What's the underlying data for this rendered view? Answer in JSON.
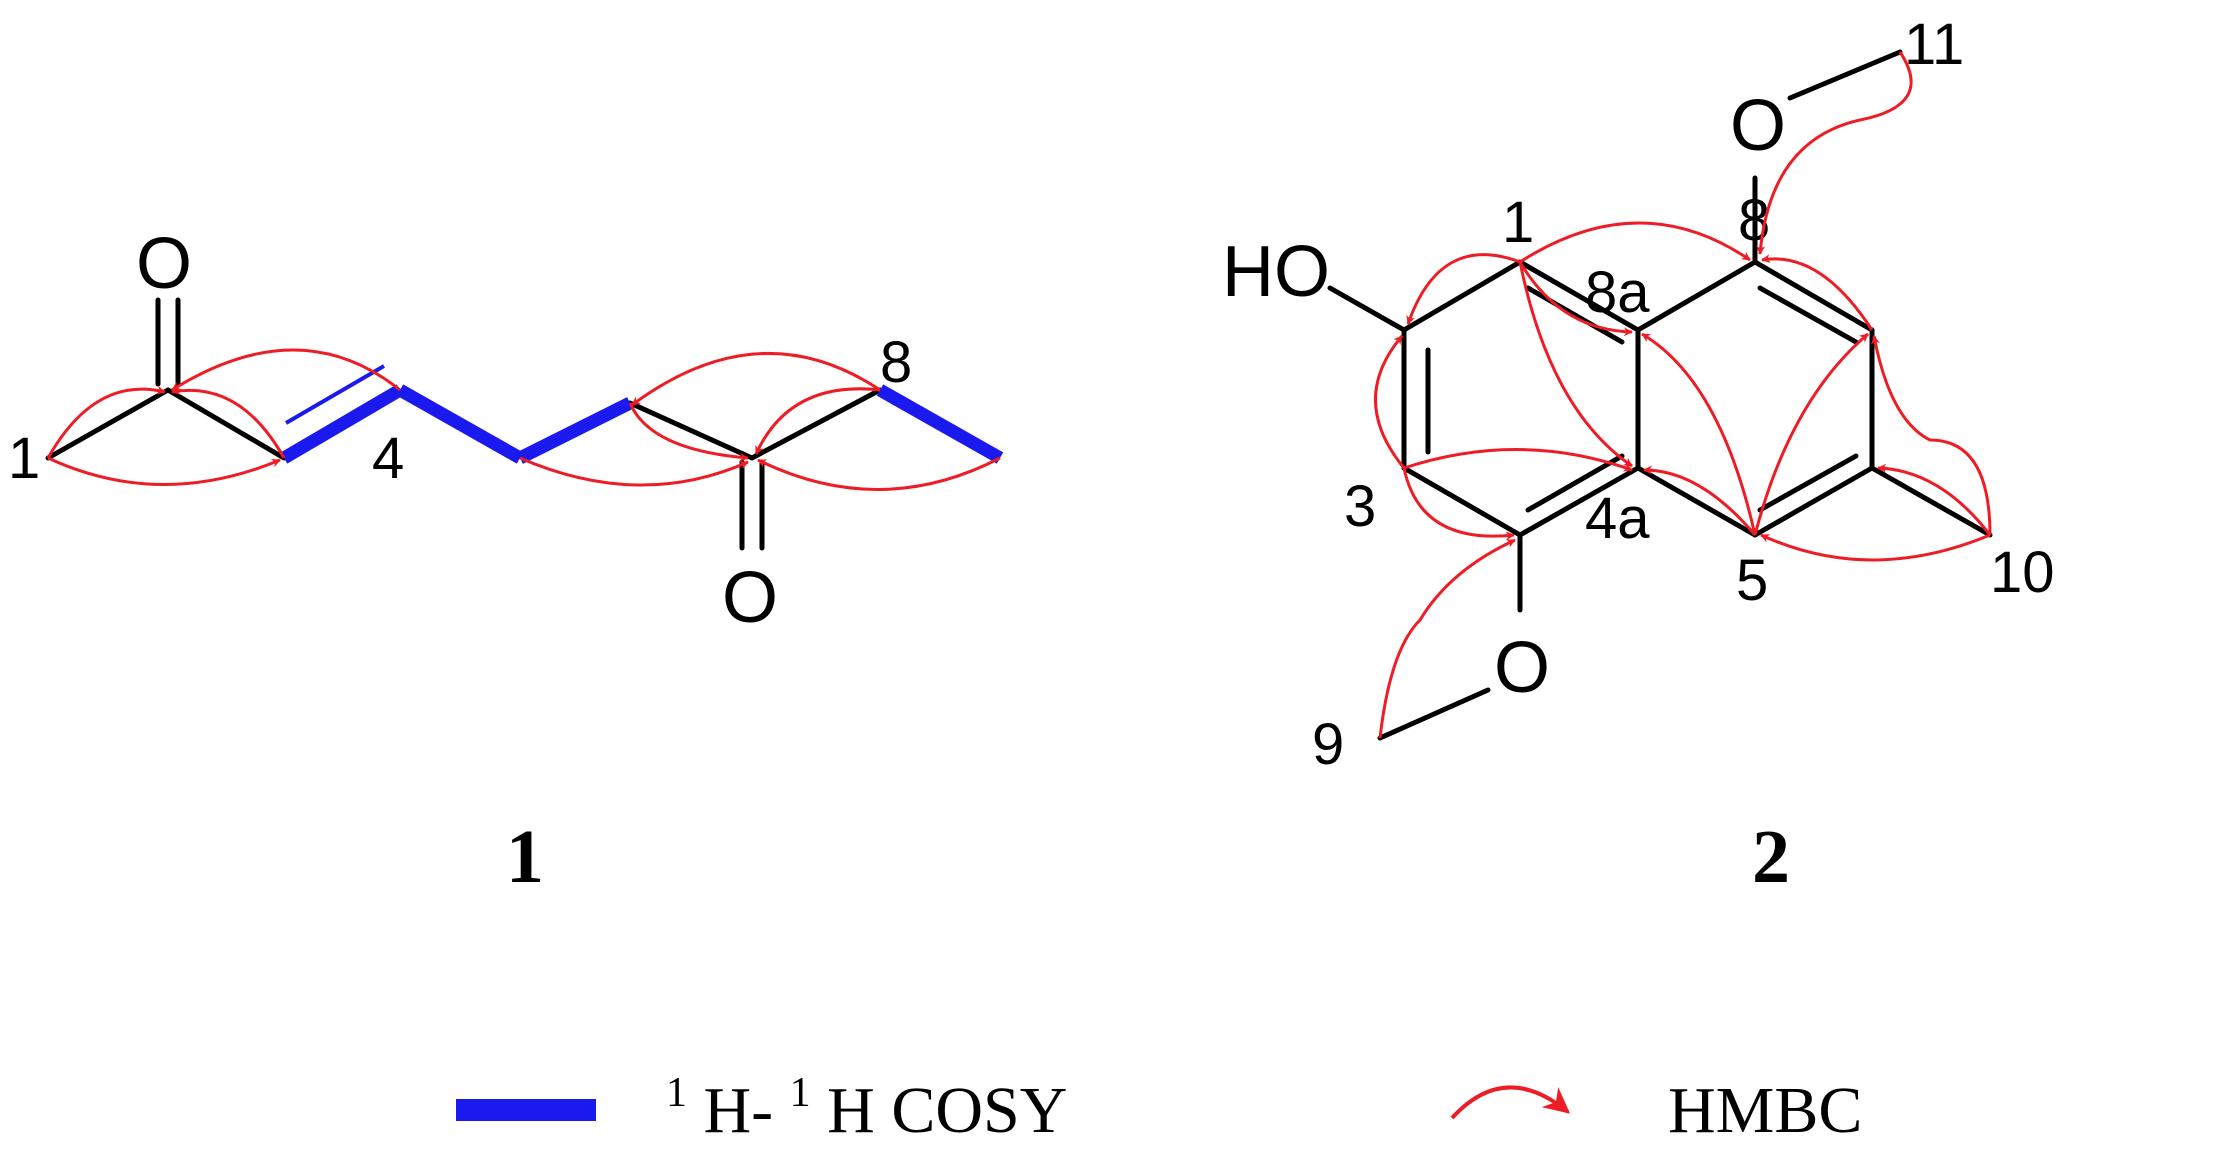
{
  "compound1": {
    "id_label": "1",
    "atoms": {
      "o_top": "O",
      "o_bottom": "O",
      "c1": "1",
      "c4": "4",
      "c8": "8"
    }
  },
  "compound2": {
    "id_label": "2",
    "atoms": {
      "ho": "HO",
      "o_top": "O",
      "o_bottom": "O",
      "c1": "1",
      "c3": "3",
      "c4a": "4a",
      "c5": "5",
      "c8": "8",
      "c8a": "8a",
      "c9": "9",
      "c10": "10",
      "c11": "11"
    }
  },
  "legend": {
    "cosy": {
      "sup1": "1",
      "h1": "H-",
      "sup2": "1",
      "h2": "H COSY"
    },
    "hmbc": {
      "label": "HMBC"
    }
  },
  "colors": {
    "cosy": "#1a1aee",
    "hmbc": "#ee1c24",
    "bond": "#000000"
  }
}
